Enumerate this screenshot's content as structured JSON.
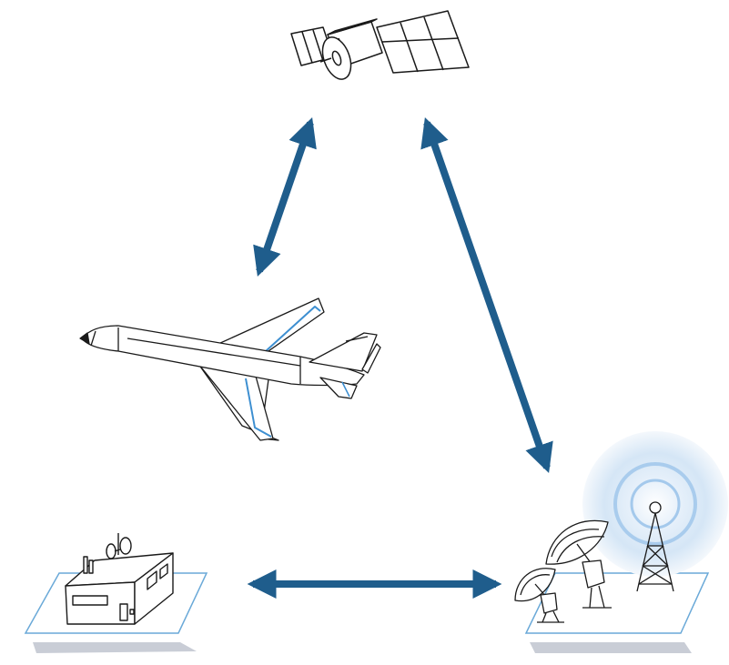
{
  "diagram": {
    "nodes": [
      {
        "id": "satellite",
        "icon": "satellite-icon"
      },
      {
        "id": "aircraft",
        "icon": "airplane-icon"
      },
      {
        "id": "ground-building",
        "icon": "building-with-antennas-icon"
      },
      {
        "id": "ground-station",
        "icon": "ground-station-icon"
      }
    ],
    "links": [
      {
        "from": "satellite",
        "to": "aircraft",
        "direction": "bidirectional"
      },
      {
        "from": "satellite",
        "to": "ground-station",
        "direction": "bidirectional"
      },
      {
        "from": "ground-building",
        "to": "ground-station",
        "direction": "bidirectional"
      }
    ],
    "colors": {
      "arrow": "#1f5d8c",
      "outline": "#1a1a1a",
      "platform": "#6aa9d8",
      "shadow": "#c9cdd6",
      "signal_glow": "#9cc4ea",
      "accent": "#3d8fd1"
    }
  }
}
